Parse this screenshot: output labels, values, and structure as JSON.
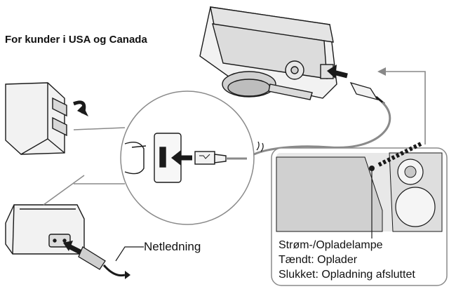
{
  "diagram": {
    "region_title": "For kunder i USA og Canada",
    "power_cord_label": "Netledning",
    "lamp_callout": {
      "lamp_name": "Strøm-/Opladelampe",
      "on_state": "Tændt: Oplader",
      "off_state": "Slukket: Opladning afsluttet"
    }
  },
  "colors": {
    "line": "#1a1a1a",
    "cable_gray": "#8a8a8a",
    "device_fill": "#f2f2f2",
    "shade": "#cfcfcf",
    "screen": "#d8d8d8"
  }
}
